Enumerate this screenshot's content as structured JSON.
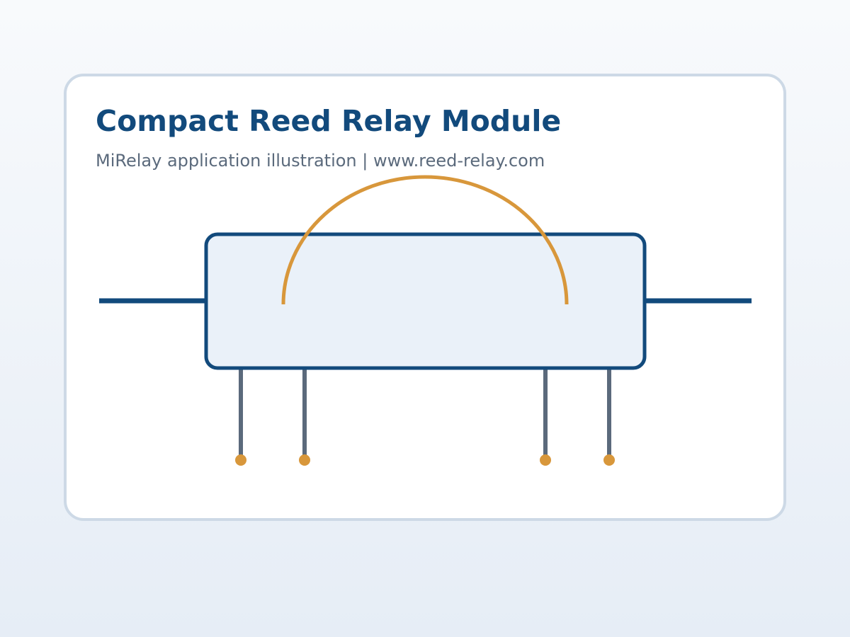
{
  "header": {
    "title": "Compact Reed Relay Module",
    "subtitle": "MiRelay application illustration | www.reed-relay.com"
  },
  "colors": {
    "background_top": "#f8fafc",
    "background_bottom": "#e6edf6",
    "card_border": "#cdd9e6",
    "primary": "#124a7c",
    "body_fill": "#eaf1f9",
    "accent": "#d8973b",
    "pin": "#5b6a7c",
    "subtitle_text": "#5b6a7c"
  },
  "diagram": {
    "pin_count": 4
  }
}
